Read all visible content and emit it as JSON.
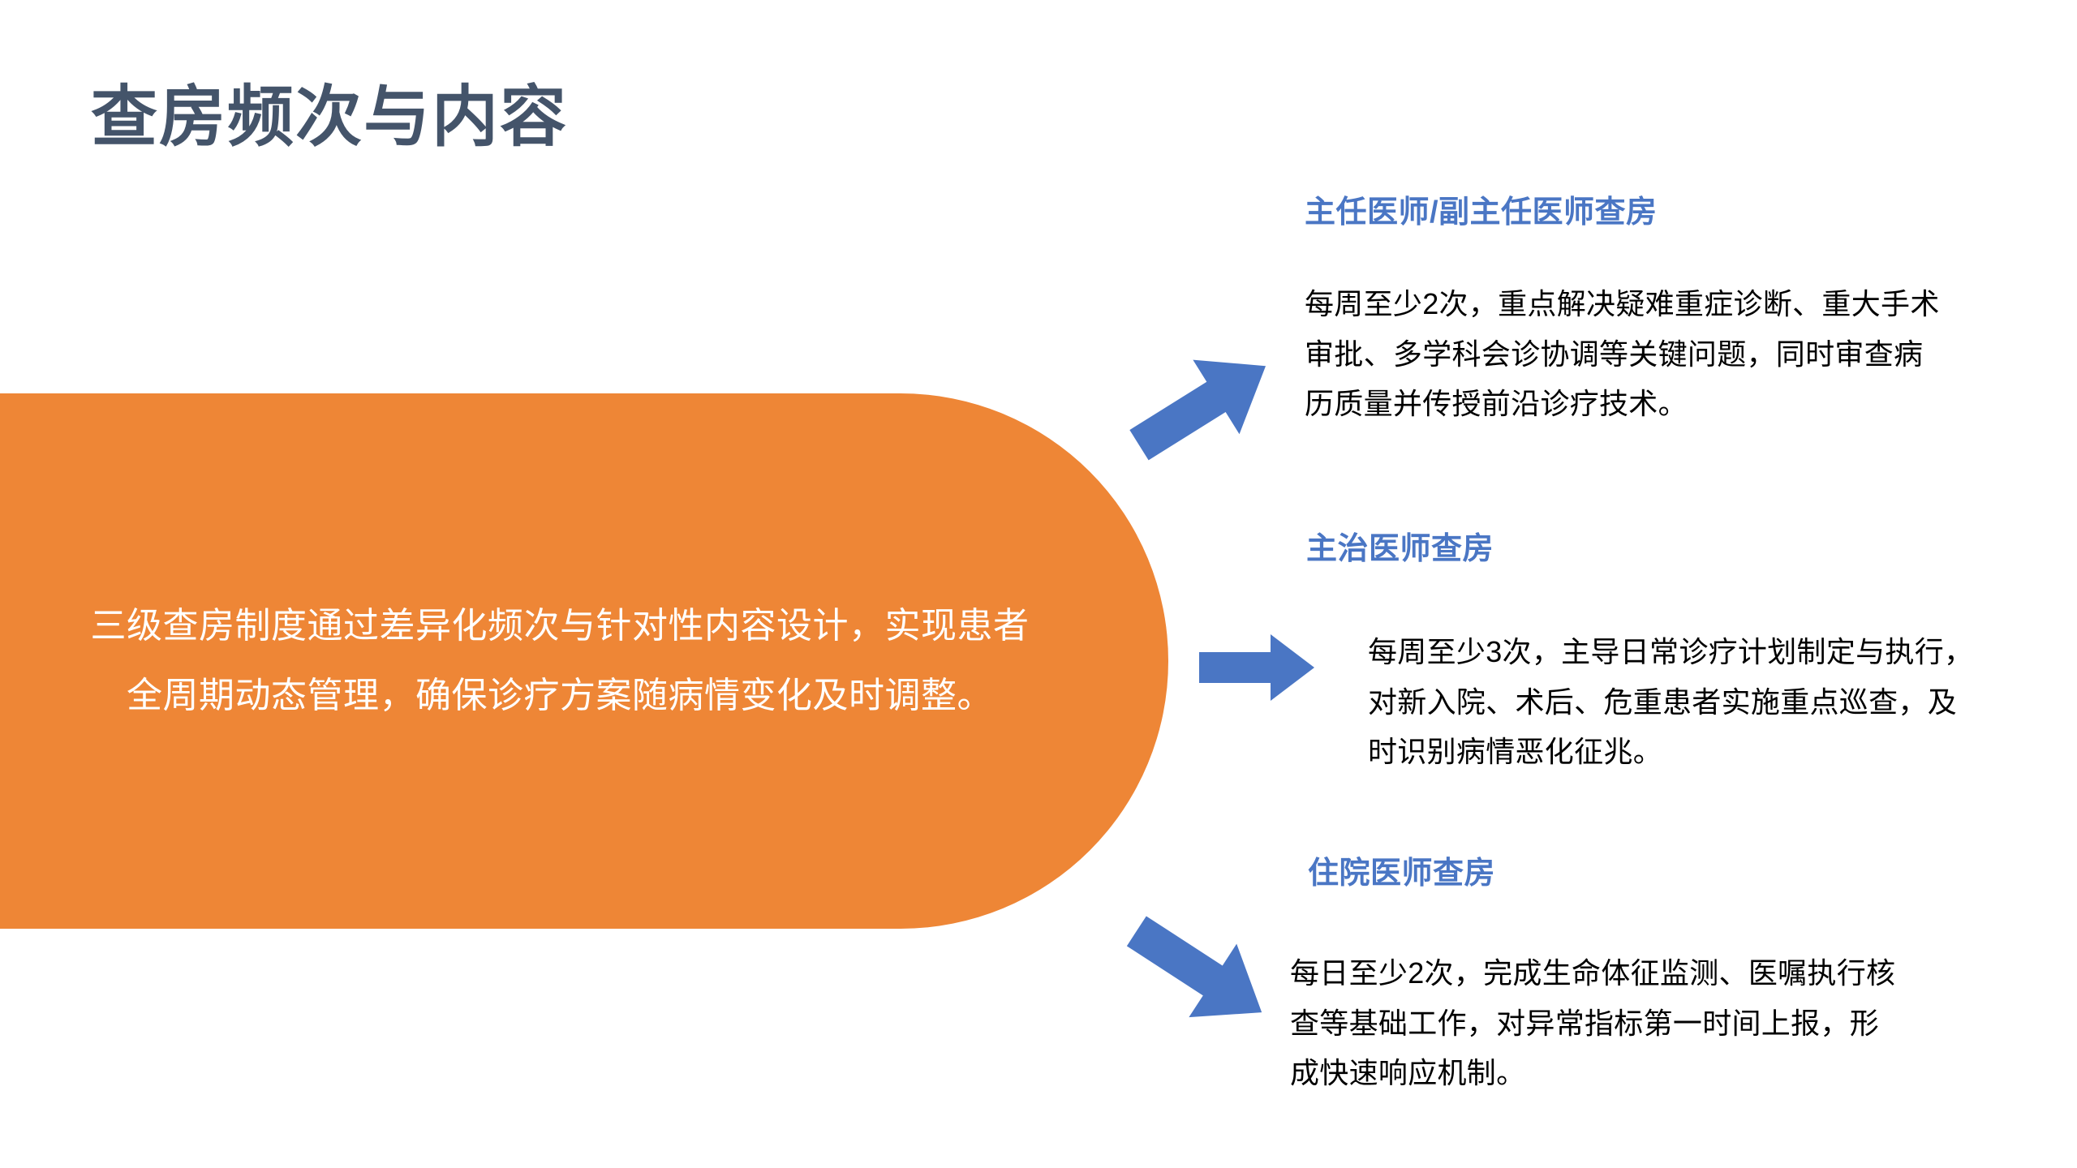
{
  "slide": {
    "title": "查房频次与内容",
    "title_color": "#44546A",
    "background_color": "#FFFFFF"
  },
  "banner": {
    "shape": "rounded-right-capsule",
    "fill_color": "#EE8636",
    "text_color": "#FFFFFF",
    "text": "三级查房制度通过差异化频次与针对性内容设计，实现患者全周期动态管理，确保诊疗方案随病情变化及时调整。"
  },
  "arrows": {
    "color": "#4A76C4",
    "items": [
      {
        "name": "arrow-up-right",
        "direction": "up-right"
      },
      {
        "name": "arrow-right",
        "direction": "right"
      },
      {
        "name": "arrow-down-right",
        "direction": "down-right"
      }
    ]
  },
  "blocks": [
    {
      "heading": "主任医师/副主任医师查房",
      "heading_color": "#4A76C4",
      "body": "每周至少2次，重点解决疑难重症诊断、重大手术审批、多学科会诊协调等关键问题，同时审查病历质量并传授前沿诊疗技术。"
    },
    {
      "heading": "主治医师查房",
      "heading_color": "#4A76C4",
      "body": "每周至少3次，主导日常诊疗计划制定与执行，对新入院、术后、危重患者实施重点巡查，及时识别病情恶化征兆。"
    },
    {
      "heading": "住院医师查房",
      "heading_color": "#4A76C4",
      "body": "每日至少2次，完成生命体征监测、医嘱执行核查等基础工作，对异常指标第一时间上报，形成快速响应机制。"
    }
  ]
}
